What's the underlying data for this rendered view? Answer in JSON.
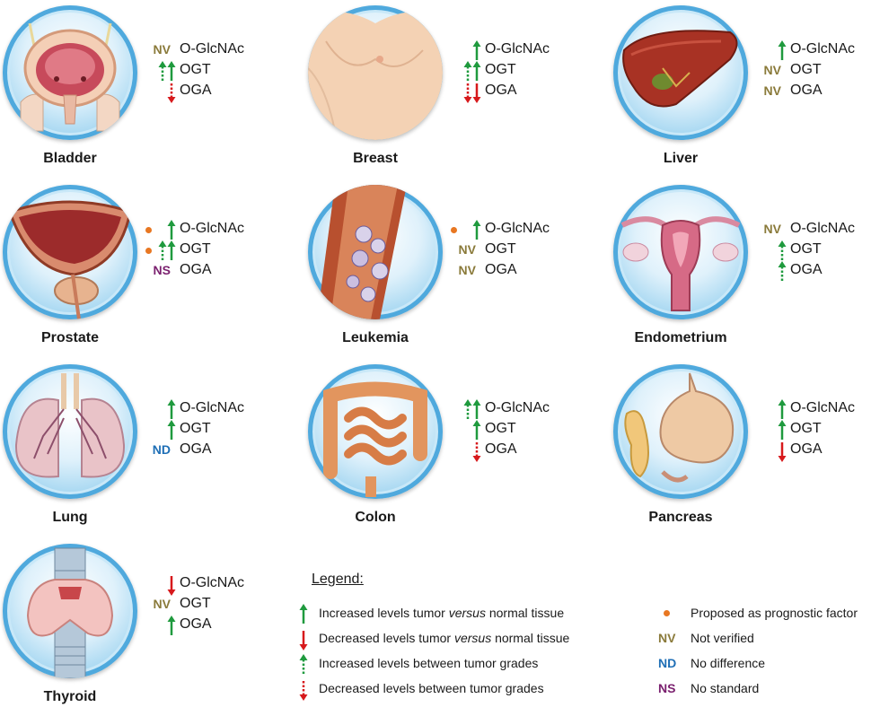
{
  "colors": {
    "up_arrow": "#1f9a3e",
    "down_arrow": "#d7191c",
    "nv": "#8a7a3a",
    "nd": "#1f6fb6",
    "ns": "#7a1f6e",
    "prognostic_dot": "#e87722"
  },
  "markers": [
    "O-GlcNAc",
    "OGT",
    "OGA"
  ],
  "organs": [
    {
      "name": "Bladder",
      "rows": [
        {
          "tag": "NV"
        },
        {
          "arrows": [
            "dotted-up",
            "solid-up"
          ]
        },
        {
          "arrows": [
            "dotted-down"
          ]
        }
      ]
    },
    {
      "name": "Breast",
      "rows": [
        {
          "arrows": [
            "solid-up"
          ]
        },
        {
          "arrows": [
            "dotted-up",
            "solid-up"
          ]
        },
        {
          "arrows": [
            "dotted-down",
            "solid-down"
          ]
        }
      ]
    },
    {
      "name": "Liver",
      "rows": [
        {
          "arrows": [
            "solid-up"
          ]
        },
        {
          "tag": "NV"
        },
        {
          "tag": "NV"
        }
      ]
    },
    {
      "name": "Prostate",
      "rows": [
        {
          "dot": true,
          "arrows": [
            "solid-up"
          ]
        },
        {
          "dot": true,
          "arrows": [
            "dotted-up",
            "solid-up"
          ]
        },
        {
          "tag": "NS"
        }
      ]
    },
    {
      "name": "Leukemia",
      "rows": [
        {
          "dot": true,
          "arrows": [
            "solid-up"
          ]
        },
        {
          "tag": "NV"
        },
        {
          "tag": "NV"
        }
      ]
    },
    {
      "name": "Endometrium",
      "rows": [
        {
          "tag": "NV"
        },
        {
          "arrows": [
            "dotted-up"
          ]
        },
        {
          "arrows": [
            "dotted-up"
          ]
        }
      ]
    },
    {
      "name": "Lung",
      "rows": [
        {
          "arrows": [
            "solid-up"
          ]
        },
        {
          "arrows": [
            "solid-up"
          ]
        },
        {
          "tag": "ND"
        }
      ]
    },
    {
      "name": "Colon",
      "rows": [
        {
          "arrows": [
            "dotted-up",
            "solid-up"
          ]
        },
        {
          "arrows": [
            "solid-up"
          ]
        },
        {
          "arrows": [
            "dotted-down"
          ]
        }
      ]
    },
    {
      "name": "Pancreas",
      "rows": [
        {
          "arrows": [
            "solid-up"
          ]
        },
        {
          "arrows": [
            "solid-up"
          ]
        },
        {
          "arrows": [
            "solid-down"
          ]
        }
      ]
    },
    {
      "name": "Thyroid",
      "rows": [
        {
          "arrows": [
            "solid-down"
          ]
        },
        {
          "tag": "NV"
        },
        {
          "arrows": [
            "solid-up"
          ]
        }
      ]
    }
  ],
  "legend": {
    "title": "Legend:",
    "increased_tumor": {
      "pre": "Increased levels tumor ",
      "em": "versus",
      "post": " normal tissue"
    },
    "decreased_tumor": {
      "pre": "Decreased levels tumor ",
      "em": "versus",
      "post": " normal tissue"
    },
    "increased_grades": "Increased levels between tumor grades",
    "decreased_grades": "Decreased levels between tumor grades",
    "prognostic": "Proposed as prognostic factor",
    "nv_tag": "NV",
    "nv_text": "Not verified",
    "nd_tag": "ND",
    "nd_text": "No difference",
    "ns_tag": "NS",
    "ns_text": "No standard"
  }
}
